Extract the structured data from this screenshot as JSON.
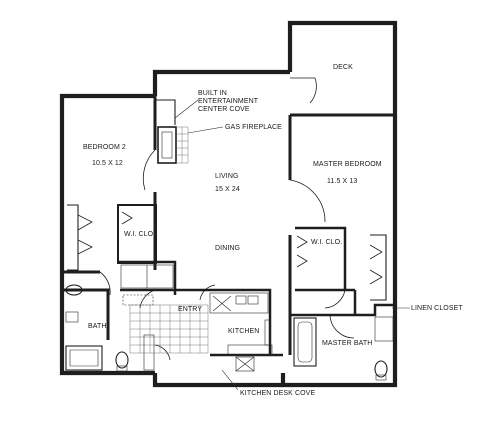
{
  "rooms": {
    "bedroom2": {
      "name": "BEDROOM 2",
      "size": "10.5 X 12"
    },
    "living": {
      "name": "LIVING",
      "size": "15 X 24"
    },
    "master_bedroom": {
      "name": "MASTER BEDROOM",
      "size": "11.5 X 13"
    },
    "deck": {
      "name": "DECK"
    },
    "dining": {
      "name": "DINING"
    },
    "entry": {
      "name": "ENTRY"
    },
    "kitchen": {
      "name": "KITCHEN"
    },
    "bath": {
      "name": "BATH"
    },
    "master_bath": {
      "name": "MASTER BATH"
    },
    "wi_closet_left": {
      "name": "W.I. CLO."
    },
    "wi_closet_right": {
      "name": "W.I. CLO."
    }
  },
  "callouts": {
    "entertainment_line1": "BUILT IN",
    "entertainment_line2": "ENTERTAINMENT",
    "entertainment_line3": "CENTER COVE",
    "gas_fireplace": "GAS FIREPLACE",
    "linen_closet": "LINEN CLOSET",
    "kitchen_desk_cove": "KITCHEN DESK COVE"
  }
}
